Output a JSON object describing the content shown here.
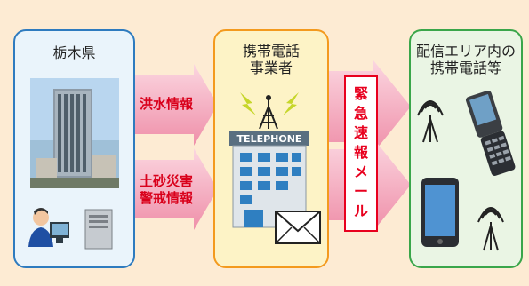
{
  "source_panel": {
    "title": "栃木県"
  },
  "arrows": {
    "flood_info": "洪水情報",
    "sediment_line1": "土砂災害",
    "sediment_line2": "警戒情報"
  },
  "carrier_panel": {
    "title_line1": "携帯電話",
    "title_line2": "事業者",
    "sign_text": "TELEPHONE"
  },
  "mail_label": {
    "chars": [
      "緊",
      "急",
      "速",
      "報",
      "メ",
      "ー",
      "ル"
    ]
  },
  "receiver_panel": {
    "title_line1": "配信エリア内の",
    "title_line2": "携帯電話等"
  },
  "colors": {
    "background": "#fdebd3",
    "left_panel_border": "#2e7bbf",
    "left_panel_fill": "#eaf4fb",
    "middle_panel_border": "#f39a1e",
    "middle_panel_fill": "#fdf3c6",
    "right_panel_border": "#3aa64a",
    "right_panel_fill": "#eaf5e4",
    "arrow_pink": "#f3a2b7",
    "label_red": "#e8001e"
  }
}
